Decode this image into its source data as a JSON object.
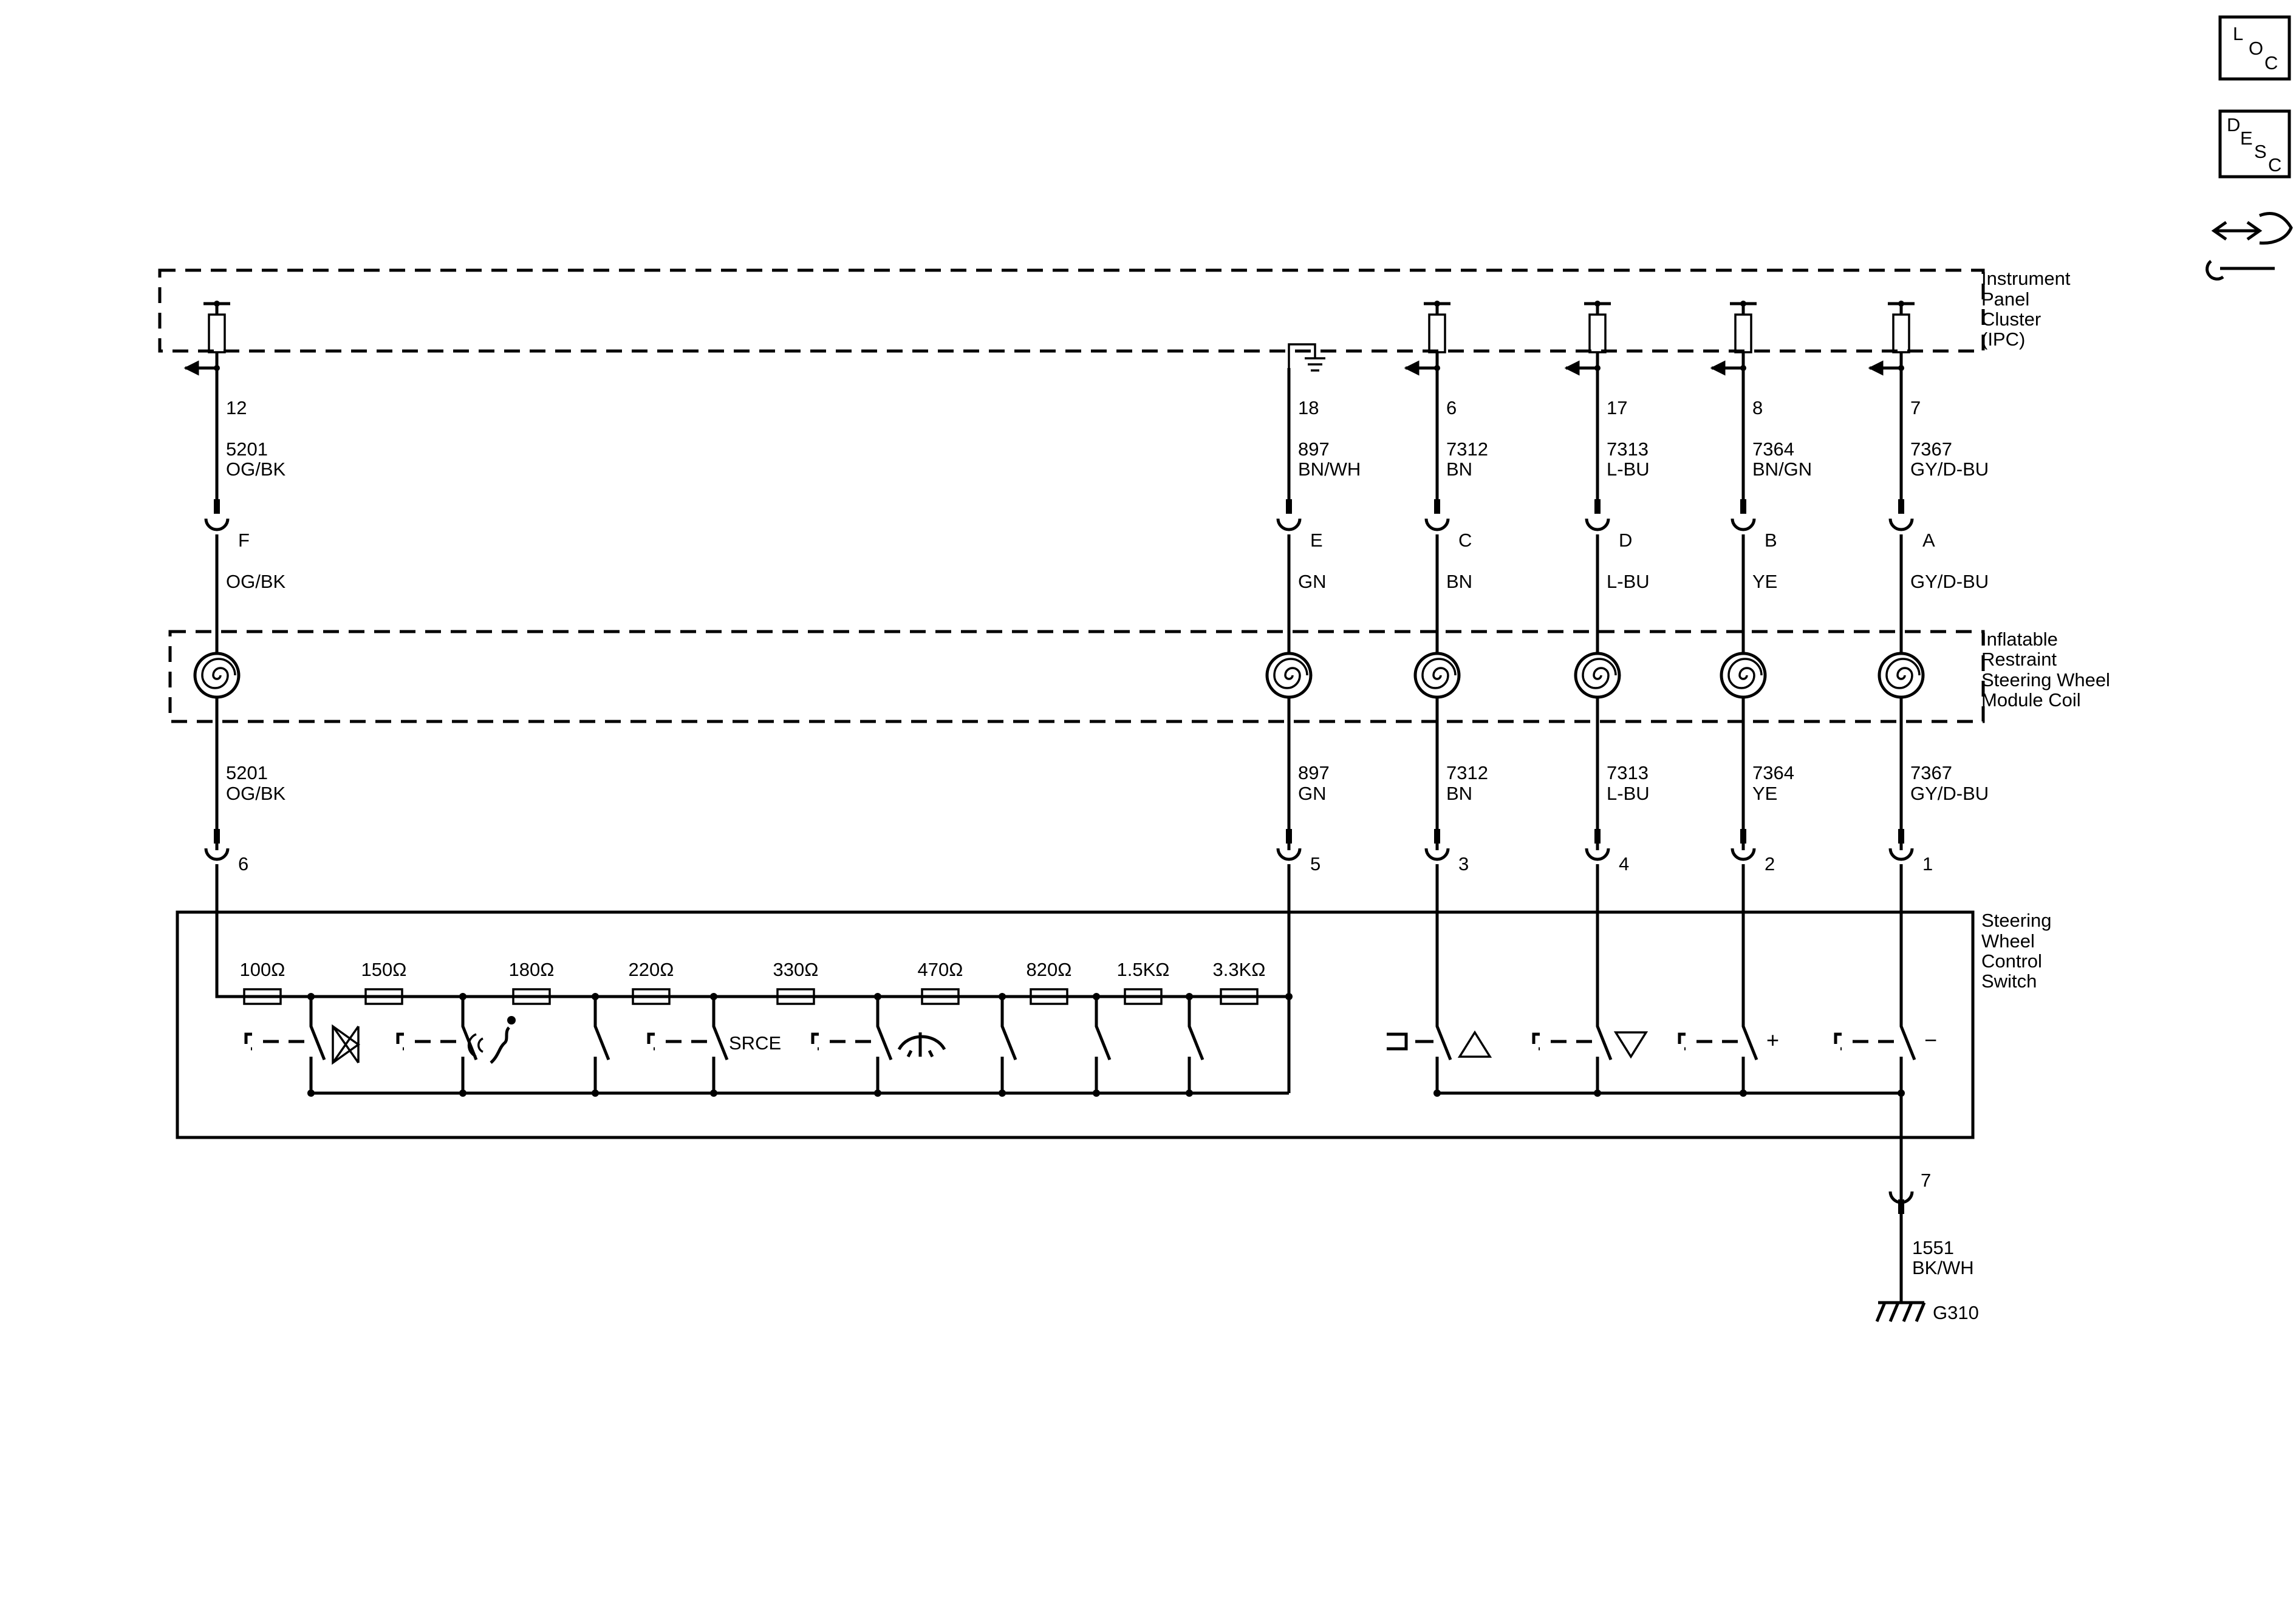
{
  "side_icons": {
    "loc": [
      "L",
      "O",
      "C"
    ],
    "desc": [
      "D",
      "E",
      "S",
      "C"
    ]
  },
  "components": {
    "ipc": [
      "Instrument",
      "Panel",
      "Cluster",
      "(IPC)"
    ],
    "coil": [
      "Inflatable",
      "Restraint",
      "Steering Wheel",
      "Module Coil"
    ],
    "switch": [
      "Steering",
      "Wheel",
      "Control",
      "Switch"
    ]
  },
  "circuits": [
    {
      "ipc_pin": "12",
      "circuit": "5201",
      "color_top": "OG/BK",
      "inline_pin": "F",
      "inline_color": "OG/BK",
      "circuit_bottom": "5201",
      "color_bottom": "OG/BK",
      "switch_pin": "6"
    },
    {
      "ipc_pin": "18",
      "circuit": "897",
      "color_top": "BN/WH",
      "inline_pin": "E",
      "inline_color": "GN",
      "circuit_bottom": "897",
      "color_bottom": "GN",
      "switch_pin": "5"
    },
    {
      "ipc_pin": "6",
      "circuit": "7312",
      "color_top": "BN",
      "inline_pin": "C",
      "inline_color": "BN",
      "circuit_bottom": "7312",
      "color_bottom": "BN",
      "switch_pin": "3"
    },
    {
      "ipc_pin": "17",
      "circuit": "7313",
      "color_top": "L-BU",
      "inline_pin": "D",
      "inline_color": "L-BU",
      "circuit_bottom": "7313",
      "color_bottom": "L-BU",
      "switch_pin": "4"
    },
    {
      "ipc_pin": "8",
      "circuit": "7364",
      "color_top": "BN/GN",
      "inline_pin": "B",
      "inline_color": "YE",
      "circuit_bottom": "7364",
      "color_bottom": "YE",
      "switch_pin": "2"
    },
    {
      "ipc_pin": "7",
      "circuit": "7367",
      "color_top": "GY/D-BU",
      "inline_pin": "A",
      "inline_color": "GY/D-BU",
      "circuit_bottom": "7367",
      "color_bottom": "GY/D-BU",
      "switch_pin": "1"
    }
  ],
  "resistors": [
    "100Ω",
    "150Ω",
    "180Ω",
    "220Ω",
    "330Ω",
    "470Ω",
    "820Ω",
    "1.5KΩ",
    "3.3KΩ"
  ],
  "switch_labels": {
    "source": "SRCE",
    "plus": "+",
    "minus": "−"
  },
  "ground": {
    "pin": "7",
    "circuit": "1551",
    "color": "BK/WH",
    "name": "G310"
  }
}
